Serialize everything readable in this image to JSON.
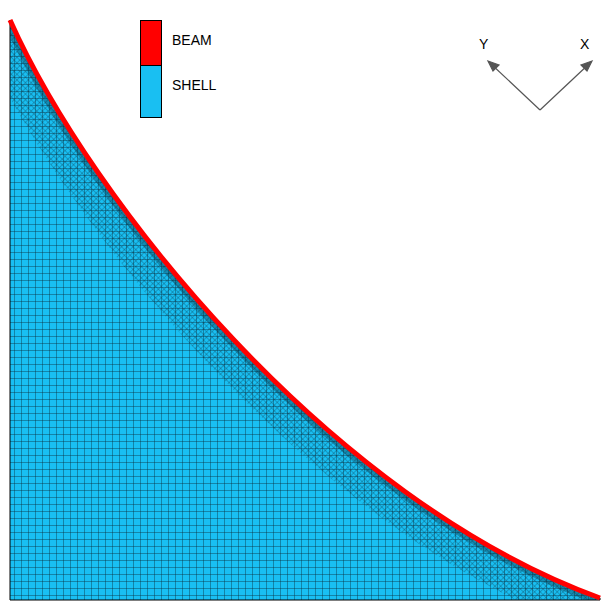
{
  "diagram": {
    "labels": [
      "Y",
      "X"
    ],
    "legend": [
      {
        "text": "BEAM",
        "color": "#ff0000"
      },
      {
        "text": "SHELL",
        "color": "#19bff2"
      }
    ]
  }
}
